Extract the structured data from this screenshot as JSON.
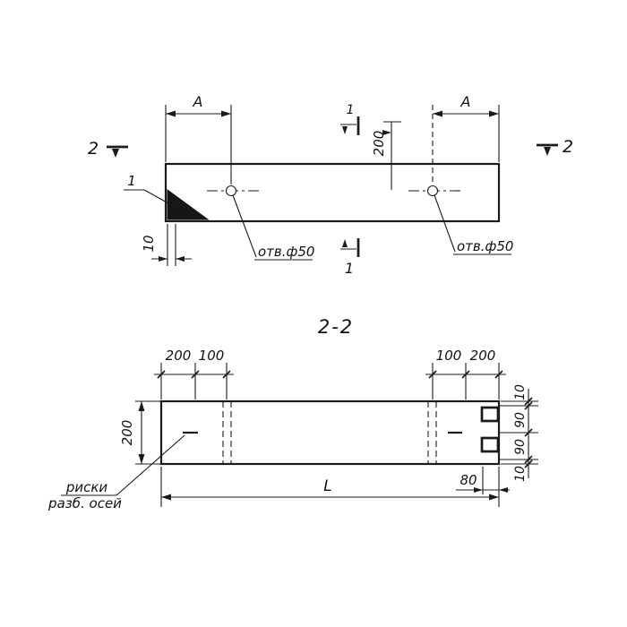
{
  "top_view": {
    "detail_mark": "1",
    "dim_a_left": "A",
    "dim_a_right": "A",
    "dim_200": "200",
    "dim_10": "10",
    "section2_left": "2",
    "section2_right": "2",
    "section1_top": "1",
    "section1_bottom": "1",
    "hole_note_left": "отв.ф50",
    "hole_note_right": "отв.ф50"
  },
  "section_view": {
    "title": "2-2",
    "dim_height": "200",
    "top_left_chain": [
      "200",
      "100"
    ],
    "top_right_chain": [
      "100",
      "200"
    ],
    "right_chain": [
      "10",
      "90",
      "90",
      "10"
    ],
    "dim_length": "L",
    "dim_80": "80",
    "axes_note_line1": "риски",
    "axes_note_line2": "разб. осей"
  }
}
